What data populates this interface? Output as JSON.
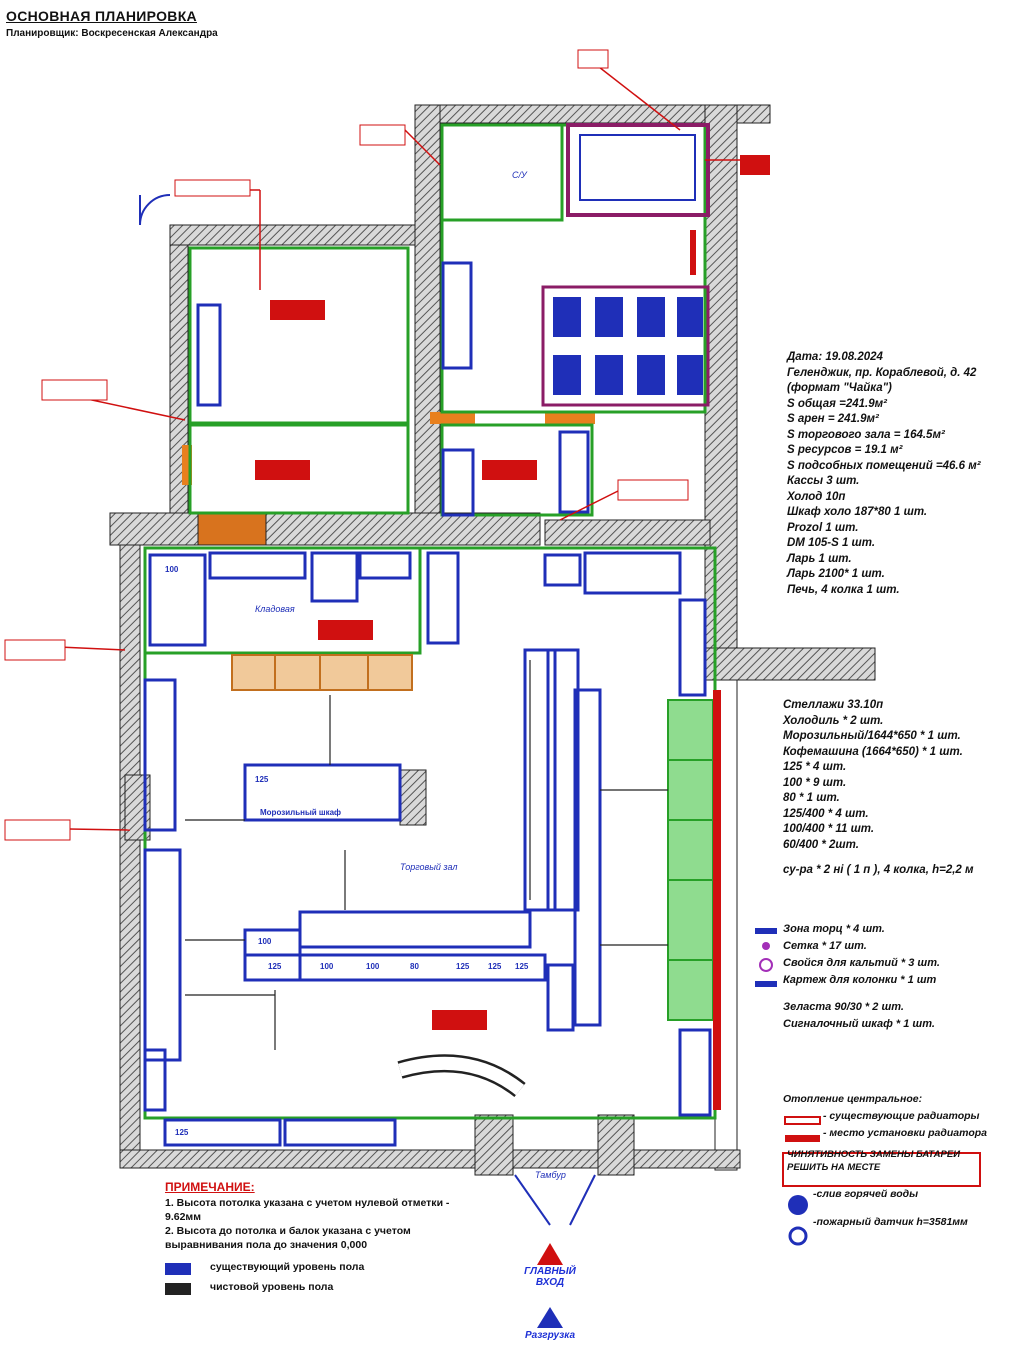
{
  "header": {
    "title": "ОСНОВНАЯ ПЛАНИРОВКА",
    "subtitle": "Планировщик: Воскресенская Александра"
  },
  "info": {
    "lines": [
      "Дата: 19.08.2024",
      "Геленджик, пр. Кораблевой, д. 42",
      "(формат \"Чайка\")",
      "S общая =241.9м²",
      "S арен = 241.9м²",
      "S торгового зала = 164.5м²",
      "S ресурсов = 19.1 м²",
      "S подсобных помещений =46.6 м²",
      "Кассы 3 шт.",
      "Холод 10п",
      "Шкаф холо 187*80 1 шт.",
      "Prozol 1 шт.",
      "DM 105-S 1 шт.",
      "Ларь 1 шт.",
      "Ларь 2100* 1 шт.",
      "Печь, 4 колка 1 шт."
    ]
  },
  "equipment": {
    "lines": [
      "Стеллажи 33.10п",
      "Холодиль * 2 шт.",
      "Морозильный/1644*650 * 1 шт.",
      "Кофемашина (1664*650) * 1 шт.",
      "125 * 4 шт.",
      "100 * 9 шт.",
      "80 * 1 шт.",
      "125/400 * 4 шт.",
      "100/400 * 11 шт.",
      "60/400 * 2шт."
    ],
    "extra": "су-ра * 2 ні ( 1 п ), 4 колка, h=2,2 м"
  },
  "legend": {
    "items": [
      {
        "text": "Зона торц * 4 шт."
      },
      {
        "text": "Сетка * 17 шт."
      },
      {
        "text": "Свойся для кальтий * 3 шт."
      },
      {
        "text": "Картеж для колонки * 1 шт"
      }
    ],
    "extras": [
      "Зеласта 90/30 * 2 шт.",
      "Сигналочный шкаф * 1 шт."
    ]
  },
  "heating": {
    "title": "Отопление центральное:",
    "existing": "- существующие радиаторы",
    "install": "- место установки радиатора",
    "note": "ЧИНЯТИВНОСТЬ ЗАМЕНЫ БАТАРЕИ РЕШИТЬ НА МЕСТЕ",
    "water": "-слив горячей воды",
    "sensor": "-пожарный датчик h=3581мм"
  },
  "notes": {
    "head": "ПРИМЕЧАНИЕ:",
    "line1": "1. Высота потолка указана с учетом нулевой отметки - 9.62мм",
    "line2": "2. Высота до потолка и балок указана с учетом выравнивания пола до значения 0,000",
    "legend_existing": "существующий уровень пола",
    "legend_clean": "чистовой уровень пола"
  },
  "entrance": {
    "main": "ГЛАВНЫЙ ВХОД",
    "loading": "Разгрузка"
  },
  "rooms": {
    "sales": "Торговый зал",
    "storage": "Кладовая",
    "wc": "С/У",
    "shelf_labels": [
      "100",
      "125",
      "125",
      "100",
      "100",
      "80",
      "125",
      "125",
      "100",
      "125",
      "125"
    ],
    "cabinet": "Морозильный шкаф",
    "tambour": "Тамбур"
  }
}
